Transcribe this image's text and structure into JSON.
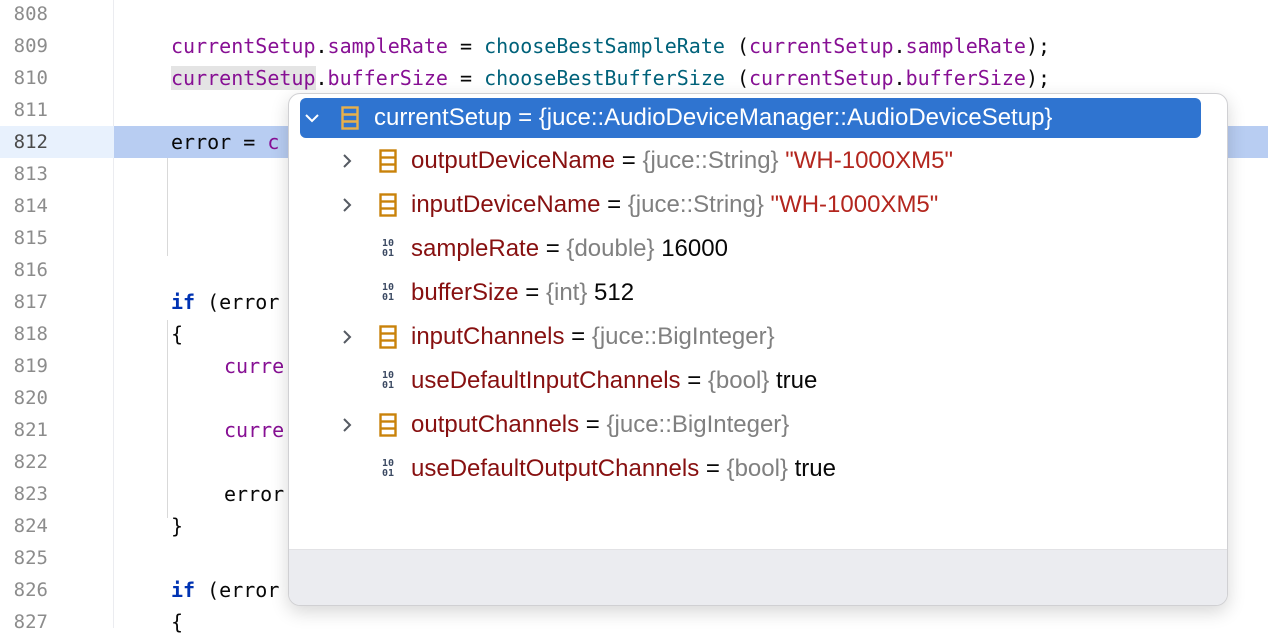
{
  "editor": {
    "lines": [
      {
        "num": "808",
        "code": []
      },
      {
        "num": "809",
        "code": [
          {
            "t": "currentSetup",
            "c": "fld"
          },
          {
            "t": ".",
            "c": ""
          },
          {
            "t": "sampleRate",
            "c": "fld"
          },
          {
            "t": " = ",
            "c": ""
          },
          {
            "t": "chooseBestSampleRate",
            "c": "fn"
          },
          {
            "t": " (",
            "c": ""
          },
          {
            "t": "currentSetup",
            "c": "fld"
          },
          {
            "t": ".",
            "c": ""
          },
          {
            "t": "sampleRate",
            "c": "fld"
          },
          {
            "t": ");",
            "c": ""
          }
        ]
      },
      {
        "num": "810",
        "code": [
          {
            "t": "currentSetup",
            "c": "fld hl"
          },
          {
            "t": ".",
            "c": ""
          },
          {
            "t": "bufferSize",
            "c": "fld"
          },
          {
            "t": " = ",
            "c": ""
          },
          {
            "t": "chooseBestBufferSize",
            "c": "fn"
          },
          {
            "t": " (",
            "c": ""
          },
          {
            "t": "currentSetup",
            "c": "fld"
          },
          {
            "t": ".",
            "c": ""
          },
          {
            "t": "bufferSize",
            "c": "fld"
          },
          {
            "t": ");",
            "c": ""
          }
        ]
      },
      {
        "num": "811",
        "code": []
      },
      {
        "num": "812",
        "code": [
          {
            "t": "error",
            "c": ""
          },
          {
            "t": " = ",
            "c": ""
          },
          {
            "t": "c",
            "c": "fld"
          }
        ],
        "current": true
      },
      {
        "num": "813",
        "code": []
      },
      {
        "num": "814",
        "code": []
      },
      {
        "num": "815",
        "code": []
      },
      {
        "num": "816",
        "code": []
      },
      {
        "num": "817",
        "code": [
          {
            "t": "if",
            "c": "kw"
          },
          {
            "t": " (error",
            "c": ""
          }
        ]
      },
      {
        "num": "818",
        "code": [
          {
            "t": "{",
            "c": ""
          }
        ]
      },
      {
        "num": "819",
        "code": [
          {
            "t": "curre",
            "c": "fld"
          }
        ],
        "indent": 1
      },
      {
        "num": "820",
        "code": []
      },
      {
        "num": "821",
        "code": [
          {
            "t": "curre",
            "c": "fld"
          }
        ],
        "indent": 1
      },
      {
        "num": "822",
        "code": []
      },
      {
        "num": "823",
        "code": [
          {
            "t": "error",
            "c": ""
          }
        ],
        "indent": 1
      },
      {
        "num": "824",
        "code": [
          {
            "t": "}",
            "c": ""
          }
        ]
      },
      {
        "num": "825",
        "code": []
      },
      {
        "num": "826",
        "code": [
          {
            "t": "if",
            "c": "kw"
          },
          {
            "t": " (error",
            "c": ""
          }
        ]
      },
      {
        "num": "827",
        "code": [
          {
            "t": "{",
            "c": ""
          }
        ]
      }
    ]
  },
  "popup": {
    "root": {
      "name": "currentSetup",
      "eq": " = ",
      "type": "{juce::AudioDeviceManager::AudioDeviceSetup}",
      "icon": "struct-icon"
    },
    "children": [
      {
        "name": "outputDeviceName",
        "type": "{juce::String}",
        "value": "\"WH-1000XM5\"",
        "kind": "string",
        "expandable": true,
        "icon": "struct-icon"
      },
      {
        "name": "inputDeviceName",
        "type": "{juce::String}",
        "value": "\"WH-1000XM5\"",
        "kind": "string",
        "expandable": true,
        "icon": "struct-icon"
      },
      {
        "name": "sampleRate",
        "type": "{double}",
        "value": "16000",
        "kind": "plain",
        "expandable": false,
        "icon": "binary-icon"
      },
      {
        "name": "bufferSize",
        "type": "{int}",
        "value": "512",
        "kind": "plain",
        "expandable": false,
        "icon": "binary-icon"
      },
      {
        "name": "inputChannels",
        "type": "{juce::BigInteger}",
        "value": "",
        "kind": "plain",
        "expandable": true,
        "icon": "struct-icon"
      },
      {
        "name": "useDefaultInputChannels",
        "type": "{bool}",
        "value": "true",
        "kind": "plain",
        "expandable": false,
        "icon": "binary-icon"
      },
      {
        "name": "outputChannels",
        "type": "{juce::BigInteger}",
        "value": "",
        "kind": "plain",
        "expandable": true,
        "icon": "struct-icon"
      },
      {
        "name": "useDefaultOutputChannels",
        "type": "{bool}",
        "value": "true",
        "kind": "plain",
        "expandable": false,
        "icon": "binary-icon"
      }
    ],
    "binary_glyph": [
      "10",
      "01"
    ],
    "colors": {
      "selection": "#2f74d0",
      "struct_icon": "#c9820a",
      "var_name": "#871010",
      "string_value": "#b3261e"
    }
  }
}
